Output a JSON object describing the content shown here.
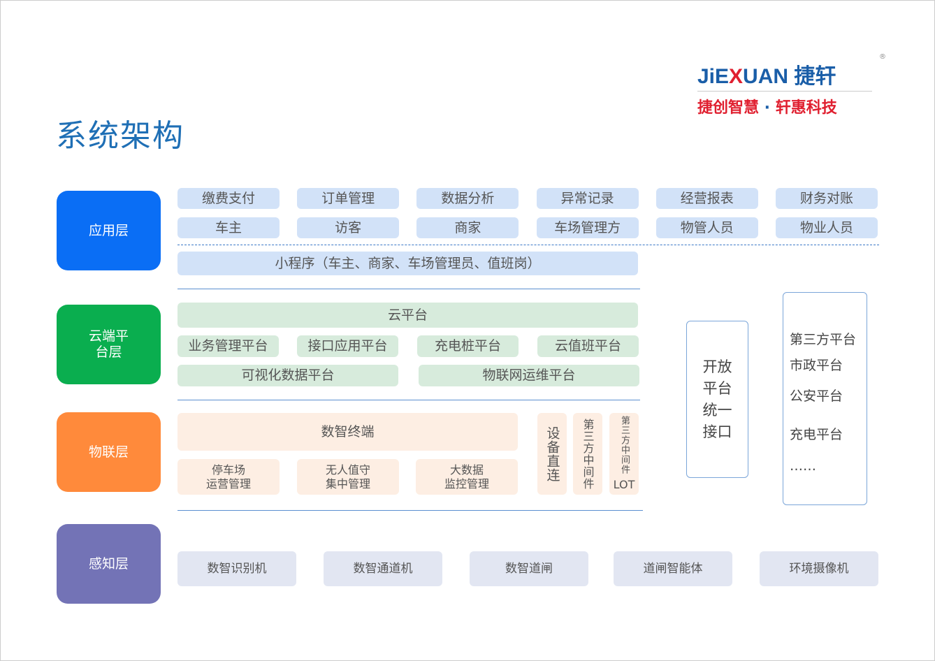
{
  "title": "系统架构",
  "logo": {
    "en_a": "JiE",
    "en_b": "X",
    "en_c": "UAN 捷轩",
    "sub_a": "捷创智慧",
    "dot": " · ",
    "sub_b": "轩惠科技",
    "reg": "®"
  },
  "layers": {
    "app": "应用层",
    "cloud": "云端平台层",
    "iot": "物联层",
    "sense": "感知层"
  },
  "colors": {
    "app": "#0a6ef5",
    "cloud": "#0aae4f",
    "iot": "#ff8a3b",
    "sense": "#7373b6"
  },
  "app": {
    "row1": [
      "缴费支付",
      "订单管理",
      "数据分析",
      "异常记录",
      "经营报表",
      "财务对账"
    ],
    "row2": [
      "车主",
      "访客",
      "商家",
      "车场管理方",
      "物管人员",
      "物业人员"
    ],
    "mini": "小程序（车主、商家、车场管理员、值班岗）"
  },
  "cloud": {
    "main": "云平台",
    "row1": [
      "业务管理平台",
      "接口应用平台",
      "充电桩平台",
      "云值班平台"
    ],
    "row2": [
      "可视化数据平台",
      "物联网运维平台"
    ]
  },
  "iot": {
    "main": "数智终端",
    "subs": [
      "停车场\n运营管理",
      "无人值守\n集中管理",
      "大数据\n监控管理"
    ],
    "direct": "设备直连",
    "mid": "第三方中间件",
    "mid_lot": "第三方中间件",
    "lot": "LOT"
  },
  "open": "开放\n平台\n统一\n接口",
  "third": [
    "第三方平台",
    "市政平台",
    "公安平台",
    "充电平台",
    "……"
  ],
  "sense": [
    "数智识别机",
    "数智通道机",
    "数智道闸",
    "道闸智能体",
    "环境摄像机"
  ]
}
